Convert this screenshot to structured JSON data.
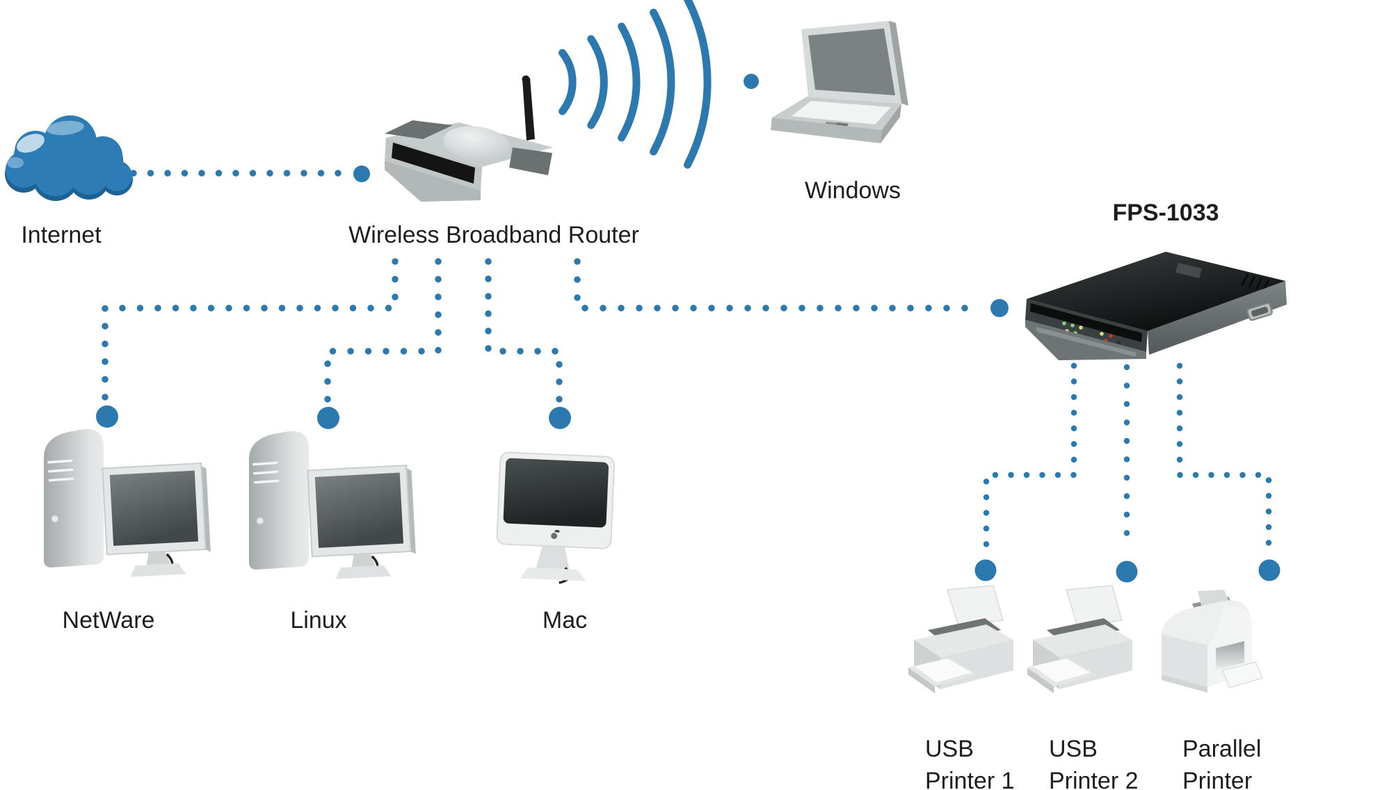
{
  "diagram": {
    "type": "network-topology",
    "nodes": {
      "internet": {
        "label": "Internet",
        "icon": "cloud-icon"
      },
      "router": {
        "label": "Wireless Broadband Router",
        "icon": "wireless-router-icon"
      },
      "windows": {
        "label": "Windows",
        "icon": "laptop-icon"
      },
      "print_server": {
        "label": "FPS-1033",
        "icon": "print-server-icon"
      },
      "netware": {
        "label": "NetWare",
        "icon": "desktop-computer-icon"
      },
      "linux": {
        "label": "Linux",
        "icon": "desktop-computer-icon"
      },
      "mac": {
        "label": "Mac",
        "icon": "imac-icon"
      },
      "usb_printer_1": {
        "label_line1": "USB",
        "label_line2": "Printer 1",
        "icon": "inkjet-printer-icon"
      },
      "usb_printer_2": {
        "label_line1": "USB",
        "label_line2": "Printer 2",
        "icon": "inkjet-printer-icon"
      },
      "parallel_printer": {
        "label_line1": "Parallel",
        "label_line2": "Printer",
        "icon": "laser-printer-icon"
      }
    },
    "connections": [
      "internet - router (dotted)",
      "router - netware (dotted)",
      "router - linux (dotted)",
      "router - mac (dotted)",
      "router - print_server (dotted)",
      "router - windows (wireless waves)",
      "print_server - usb_printer_1 (dotted)",
      "print_server - usb_printer_2 (dotted)",
      "print_server - parallel_printer (dotted)"
    ],
    "wireless_wave_count": 5
  },
  "colors": {
    "connection_blue": "#2b79af",
    "label_text": "#1d1d1d",
    "cloud_blue": "#2e7cb5",
    "cloud_shadow": "#1d6294",
    "device_gray": "#d8dbdb",
    "print_server_dark": "#17191a",
    "background": "#ffffff"
  }
}
